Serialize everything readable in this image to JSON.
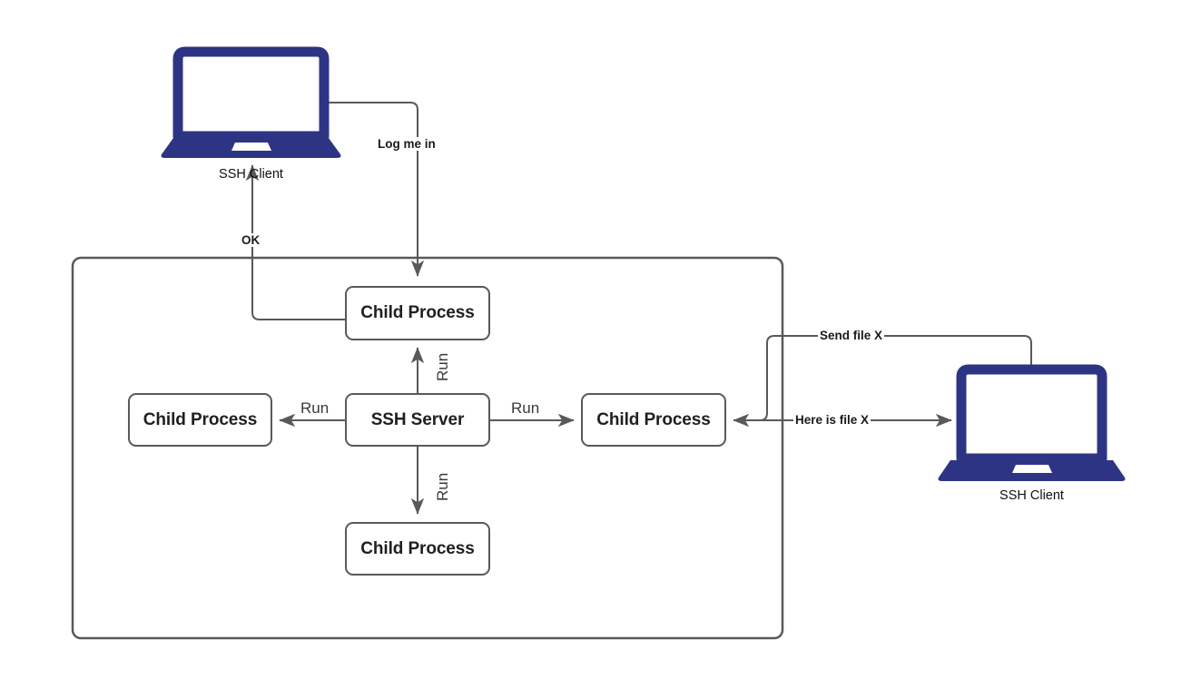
{
  "diagram": {
    "title": "SSH Server and Client Process Diagram",
    "colors": {
      "device_blue": "#2e3484",
      "stroke_gray": "#59595b",
      "text_dark": "#1a1a1a",
      "background": "#ffffff"
    },
    "container": {
      "name": "ssh-server-host-boundary"
    },
    "nodes": [
      {
        "id": "child-top",
        "label": "Child Process"
      },
      {
        "id": "child-left",
        "label": "Child Process"
      },
      {
        "id": "ssh-server",
        "label": "SSH Server"
      },
      {
        "id": "child-right",
        "label": "Child Process"
      },
      {
        "id": "child-bottom",
        "label": "Child Process"
      }
    ],
    "devices": [
      {
        "id": "ssh-client-top-left",
        "caption": "SSH Client",
        "icon": "laptop-icon"
      },
      {
        "id": "ssh-client-right",
        "caption": "SSH Client",
        "icon": "laptop-icon"
      }
    ],
    "edges": [
      {
        "id": "login-request",
        "label": "Log me in",
        "style": "bold",
        "from": "ssh-client-top-left",
        "to": "child-top"
      },
      {
        "id": "login-ok",
        "label": "OK",
        "style": "bold",
        "from": "child-top",
        "to": "ssh-client-top-left"
      },
      {
        "id": "run-top",
        "label": "Run",
        "style": "plain",
        "from": "ssh-server",
        "to": "child-top"
      },
      {
        "id": "run-left",
        "label": "Run",
        "style": "plain",
        "from": "ssh-server",
        "to": "child-left"
      },
      {
        "id": "run-right",
        "label": "Run",
        "style": "plain",
        "from": "ssh-server",
        "to": "child-right"
      },
      {
        "id": "run-bottom",
        "label": "Run",
        "style": "plain",
        "from": "ssh-server",
        "to": "child-bottom"
      },
      {
        "id": "send-file",
        "label": "Send file X",
        "style": "bold",
        "from": "ssh-client-right",
        "to": "child-right"
      },
      {
        "id": "here-is-file",
        "label": "Here is file X",
        "style": "bold",
        "from": "child-right",
        "to": "ssh-client-right"
      }
    ]
  }
}
